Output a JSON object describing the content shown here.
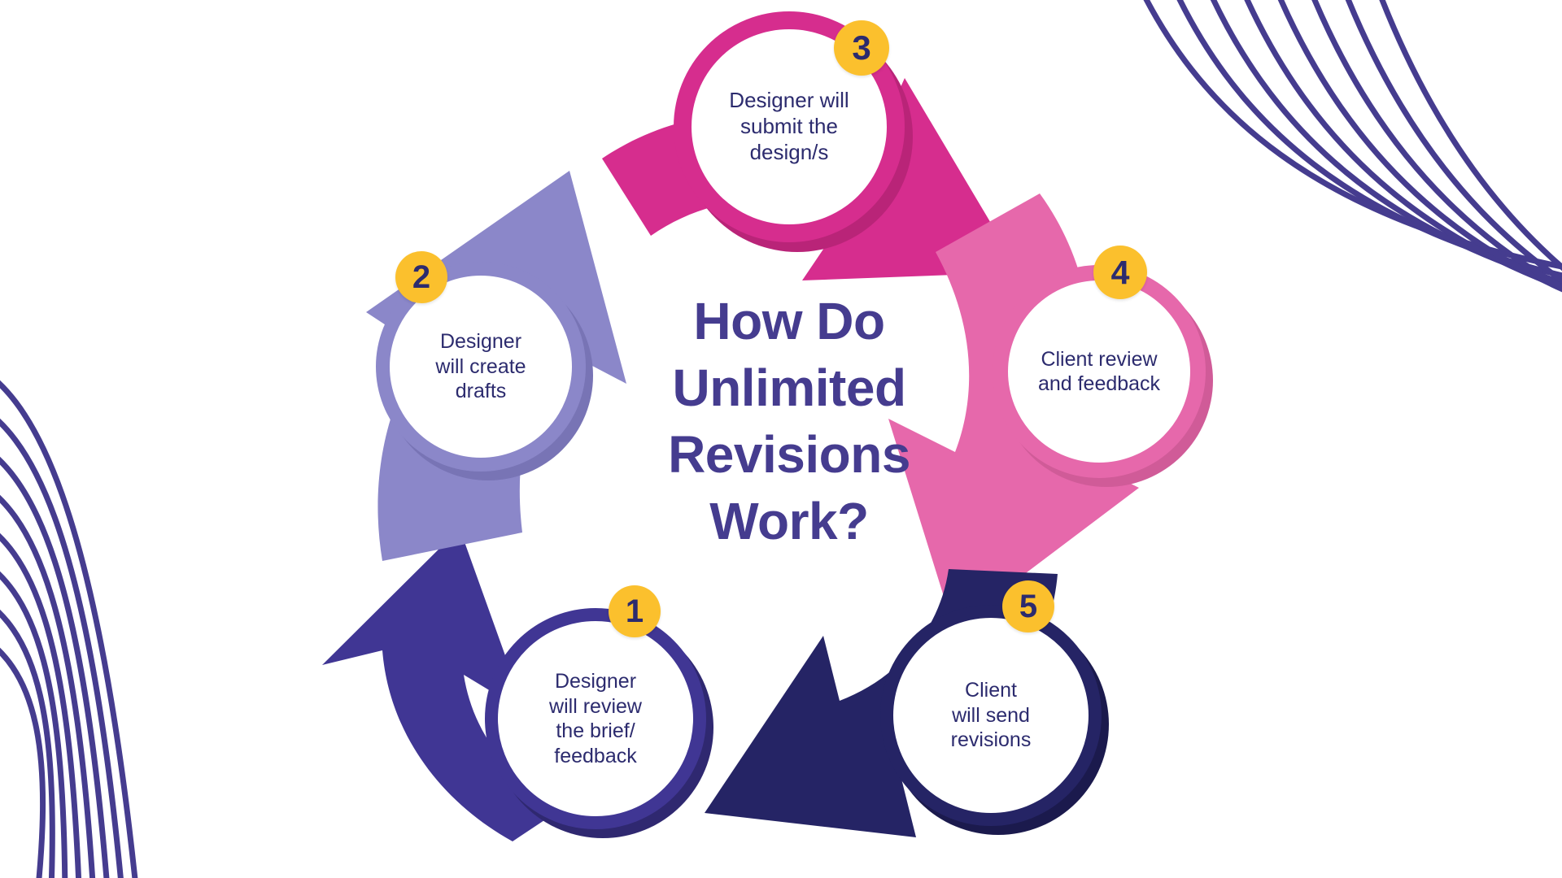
{
  "center": {
    "title": "How Do\nUnlimited\nRevisions\nWork?",
    "title_color": "#453c8f"
  },
  "palette": {
    "badge_fill": "#fbc02d",
    "badge_text": "#2c2b6e",
    "node_text": "#2c2b6e",
    "node_fill": "#ffffff",
    "decor_line": "#453c8f"
  },
  "steps": [
    {
      "number": "1",
      "label": "Designer\nwill review\nthe brief/\nfeedback",
      "ring_color": "#403694",
      "shadow_color": "#2f2870",
      "arrow_color": "#403694",
      "arrow_name": "arrow-step1-to-step2"
    },
    {
      "number": "2",
      "label": "Designer\nwill create\ndrafts",
      "ring_color": "#8b87c9",
      "shadow_color": "#7874b5",
      "arrow_color": "#8b87c9",
      "arrow_name": "arrow-step2-to-step3"
    },
    {
      "number": "3",
      "label": "Designer will\nsubmit the\ndesign/s",
      "ring_color": "#d62d8e",
      "shadow_color": "#b92478",
      "arrow_color": "#d62d8e",
      "arrow_name": "arrow-step3-to-step4"
    },
    {
      "number": "4",
      "label": "Client review\nand feedback",
      "ring_color": "#e668ab",
      "shadow_color": "#d05b98",
      "arrow_color": "#e668ab",
      "arrow_name": "arrow-step4-to-step5"
    },
    {
      "number": "5",
      "label": "Client\nwill send\nrevisions",
      "ring_color": "#252465",
      "shadow_color": "#1b1a4d",
      "arrow_color": "#252465",
      "arrow_name": "arrow-step5-to-step1"
    }
  ],
  "decor": {
    "top_right_name": "wave-lines-top-right",
    "bottom_left_name": "wave-lines-bottom-left",
    "line_count": 8
  }
}
